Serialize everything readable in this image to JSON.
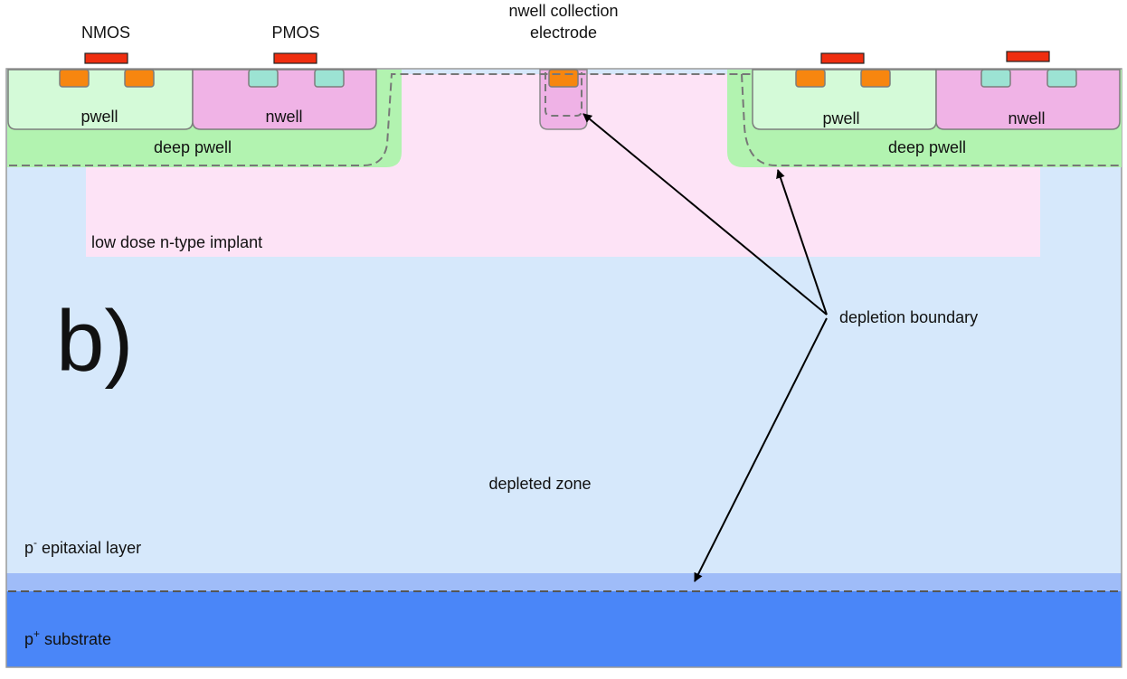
{
  "title_top_labels": {
    "nmos": "NMOS",
    "pmos": "PMOS",
    "collection_line1": "nwell collection",
    "collection_line2": "electrode"
  },
  "left_block": {
    "pwell": "pwell",
    "nwell": "nwell",
    "deep_pwell": "deep pwell"
  },
  "right_block": {
    "pwell": "pwell",
    "nwell": "nwell",
    "deep_pwell": "deep pwell"
  },
  "regions": {
    "implant": "low dose n-type implant",
    "depleted": "depleted zone",
    "epi_base": "p",
    "epi_sup": "-",
    "epi_rest": " epitaxial layer",
    "sub_base": "p",
    "sub_sup": "+",
    "sub_rest": " substrate"
  },
  "annotations": {
    "depletion_boundary": "depletion boundary",
    "panel_letter": "b)"
  },
  "colors": {
    "epi": "#d6e8fb",
    "substrate": "#4a86f8",
    "substrate_transition": "#9fbcf8",
    "implant": "#fde3f6",
    "pwell": "#d4fad8",
    "nwell": "#f0b3e6",
    "deep_pwell": "#b2f3b0",
    "n_plus_contact": "#f7860f",
    "p_plus_contact": "#9ce3d3",
    "gate": "#ef2e10"
  }
}
